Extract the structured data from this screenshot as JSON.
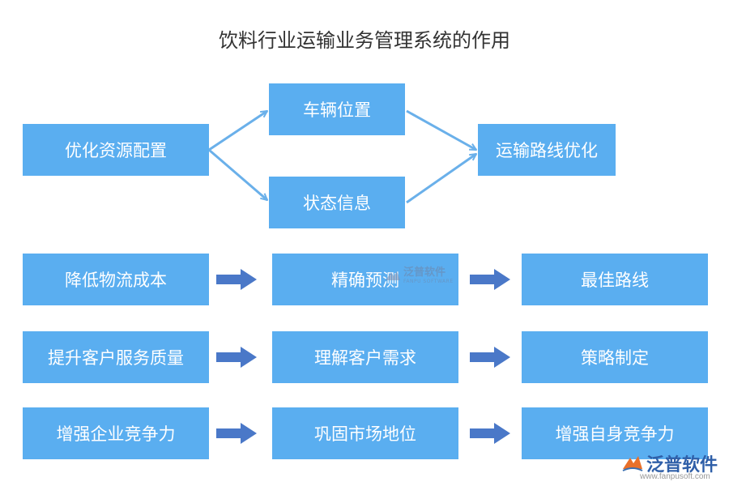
{
  "title": "饮料行业运输业务管理系统的作用",
  "colors": {
    "box": "#5aaef0",
    "connector": "#6ab0ea",
    "block_arrow": "#4a78c8"
  },
  "top_flow": {
    "source": "优化资源配置",
    "middle_upper": "车辆位置",
    "middle_lower": "状态信息",
    "target": "运输路线优化"
  },
  "rows": [
    {
      "start": "降低物流成本",
      "middle": "精确预测",
      "end": "最佳路线"
    },
    {
      "start": "提升客户服务质量",
      "middle": "理解客户需求",
      "end": "策略制定"
    },
    {
      "start": "增强企业竞争力",
      "middle": "巩固市场地位",
      "end": "增强自身竞争力"
    }
  ],
  "watermark": {
    "brand": "泛普软件",
    "sub": "FANPU SOFTWARE",
    "url": "www.fanpusoft.com",
    "icon": "fanpu-logo-icon"
  }
}
